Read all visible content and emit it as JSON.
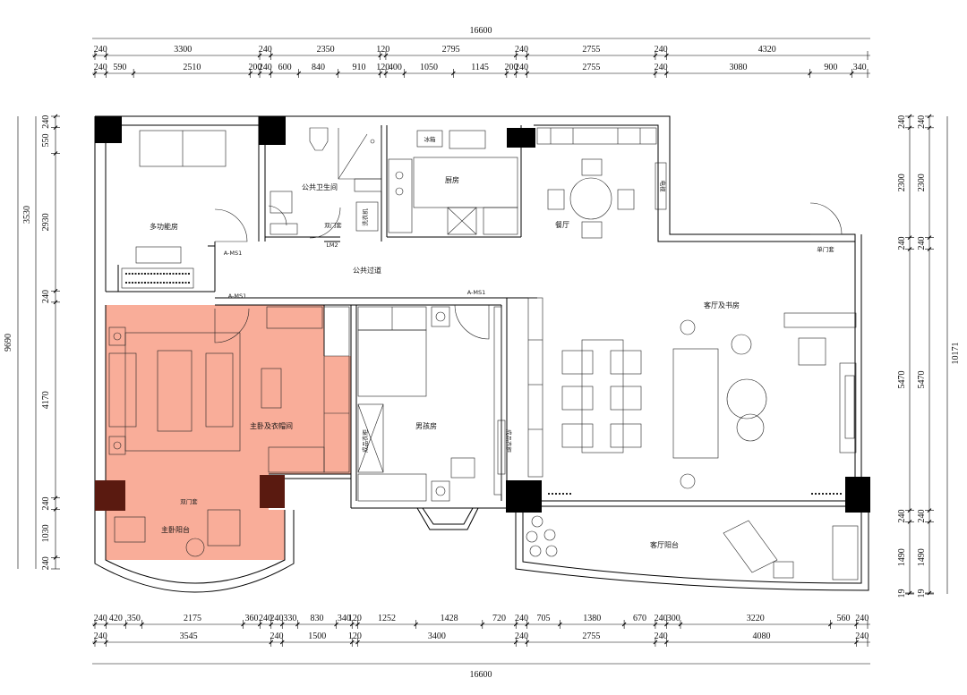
{
  "rooms": {
    "multi": "多功能房",
    "public_bath": "公共卫生间",
    "kitchen": "厨房",
    "dining": "餐厅",
    "corridor": "公共过道",
    "master": "主卧及衣帽间",
    "boys": "男孩房",
    "living": "客厅及书房",
    "master_balcony": "主卧阳台",
    "living_balcony": "客厅阳台"
  },
  "notes": {
    "double_door_1": "双门套",
    "double_door_2": "双门套",
    "single_door": "单门套",
    "ms1_a": "A-MS1",
    "ms1_b": "A-MS1",
    "ms1_c": "A-MS1",
    "lm2": "LM2",
    "wardrobe_a": "成品衣柜",
    "wardrobe_b": "成品衣柜",
    "wash": "洗衣机",
    "fridge": "冰箱",
    "tv": "电视"
  },
  "dims": {
    "total_top": "16600",
    "total_bottom": "16600",
    "total_left": "9690",
    "total_right": "10171",
    "top1": [
      "240",
      "3300",
      "240",
      "2350",
      "120",
      "2795",
      "240",
      "2755",
      "240",
      "4320"
    ],
    "top2": [
      "240",
      "590",
      "2510",
      "200",
      "240",
      "600",
      "840",
      "910",
      "120",
      "400",
      "1050",
      "1145",
      "200",
      "240",
      "2755",
      "240",
      "3080",
      "900",
      "340"
    ],
    "bot1": [
      "240",
      "420",
      "350",
      "2175",
      "360",
      "240",
      "240",
      "330",
      "830",
      "340",
      "120",
      "1252",
      "1428",
      "720",
      "240",
      "705",
      "1380",
      "670",
      "240",
      "300",
      "3220",
      "560",
      "240"
    ],
    "bot2": [
      "240",
      "3545",
      "240",
      "1500",
      "120",
      "3400",
      "240",
      "2755",
      "240",
      "4080",
      "240"
    ],
    "left1": [
      "240",
      "550",
      "2930",
      "240",
      "4170",
      "240",
      "1030",
      "240"
    ],
    "left2": "3530",
    "right1": [
      "240",
      "2300",
      "240",
      "5470",
      "240",
      "1490",
      "19"
    ],
    "right2": [
      "240",
      "2300",
      "240",
      "5470",
      "240",
      "1490",
      "19"
    ]
  },
  "colors": {
    "highlight": "#f9ad99",
    "column_dark": "#5a1a10"
  }
}
